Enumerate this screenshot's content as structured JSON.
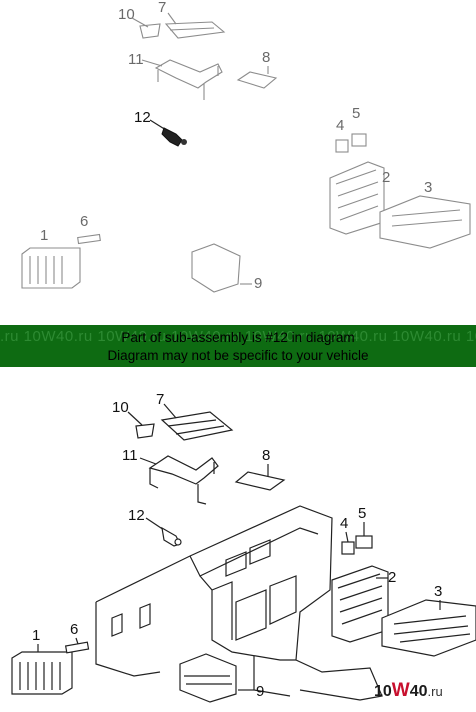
{
  "banner": {
    "watermark": ".ru 10W40.ru 10W40.ru 10W40.ru 10W40.ru 10W40.ru 10W40.ru 10W40.ru 10W40.ru",
    "caption_line1": "Part of sub-assembly is #12 in diagram",
    "caption_line2": "Diagram may not be specific to your vehicle"
  },
  "callouts": [
    "1",
    "2",
    "3",
    "4",
    "5",
    "6",
    "7",
    "8",
    "9",
    "10",
    "11",
    "12"
  ],
  "logo": {
    "prefix": "10",
    "w": "W",
    "suffix": "40",
    "tld": ".ru"
  },
  "colors": {
    "banner": "#0e6b12",
    "logo_accent": "#c8102e"
  }
}
